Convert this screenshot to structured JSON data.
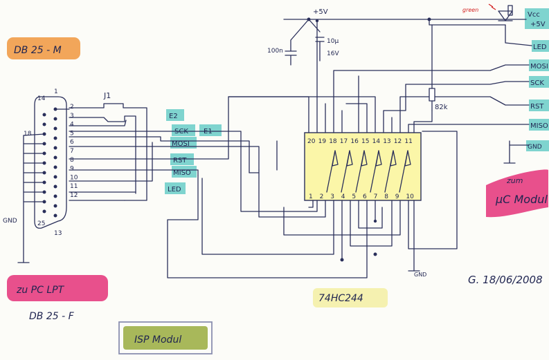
{
  "labels": {
    "db25m": "DB 25 - M",
    "pc_lpt": "zu PC LPT",
    "db25f": "DB 25 - F",
    "isp": "ISP Modul",
    "ic": "74HC244",
    "zum": "zum",
    "uc_modul": "µC Modul",
    "signature": "G. 18/06/2008",
    "gnd_left": "GND",
    "gnd_ic": "GND",
    "plus5v": "+5V",
    "cap100n": "100n",
    "cap10u": "10µ",
    "cap16v": "16V",
    "r82k": "82k",
    "j1": "J1",
    "green": "green"
  },
  "connector_pins": {
    "top_1": "1",
    "top_14": "14",
    "p18": "18",
    "p25": "25",
    "p13": "13",
    "right": [
      "2",
      "3",
      "4",
      "5",
      "6",
      "7",
      "8",
      "9",
      "10",
      "11",
      "12"
    ]
  },
  "signal_tags": {
    "e2": "E2",
    "sck": "SCK",
    "e1": "E1",
    "mosi": "MOSI",
    "rst": "RST",
    "miso": "MISO",
    "led": "LED"
  },
  "ic_pins": {
    "top": [
      "20",
      "19",
      "18",
      "17",
      "16",
      "15",
      "14",
      "13",
      "12",
      "11"
    ],
    "bottom": [
      "1",
      "2",
      "3",
      "4",
      "5",
      "6",
      "7",
      "8",
      "9",
      "10"
    ]
  },
  "uc_pins": {
    "vcc": "Vcc",
    "plus5": "+5V",
    "led": "LED",
    "mosi": "MOSI",
    "sck": "SCK",
    "rst": "RST",
    "miso": "MISO",
    "gnd": "GND"
  },
  "colors": {
    "ink": "#2a2f5a",
    "orange_highlight": "#f2a65a",
    "pink_highlight": "#e8508c",
    "teal_tag": "#7fd4cf",
    "ic_fill": "#fbf6a8",
    "green_highlight": "#a8b85a",
    "led_red": "#d21e1e"
  }
}
